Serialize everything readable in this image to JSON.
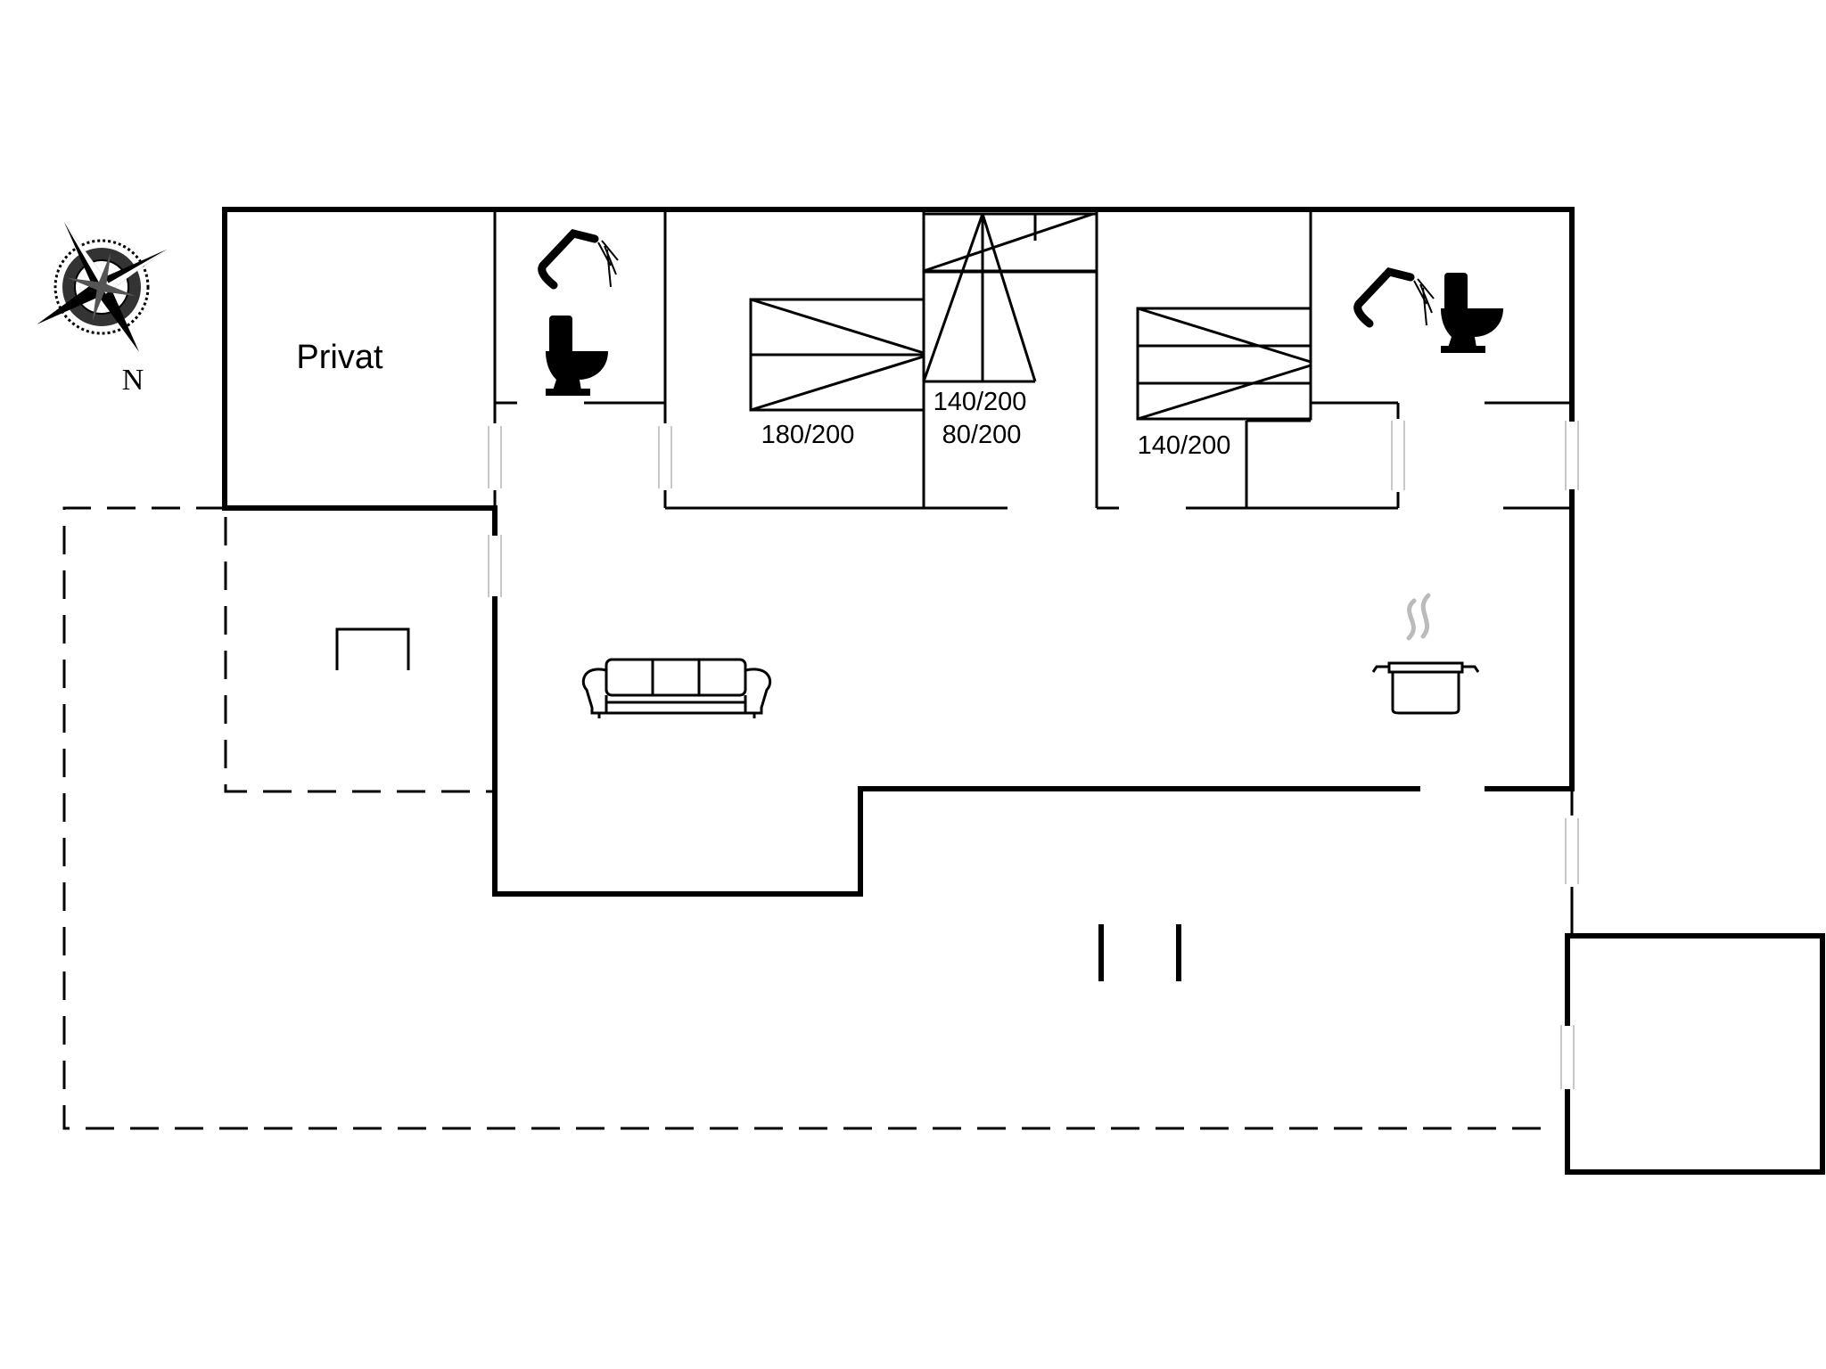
{
  "rooms": {
    "private_label": "Privat"
  },
  "beds": [
    {
      "id": "bed-1",
      "size": "180/200"
    },
    {
      "id": "bed-2",
      "size": "140/200"
    },
    {
      "id": "bed-3",
      "size": "80/200"
    },
    {
      "id": "bed-4",
      "size": "140/200"
    }
  ],
  "compass": {
    "north_label": "N",
    "icon": "compass-rose-icon"
  },
  "icons": {
    "shower": "shower-icon",
    "toilet": "toilet-icon",
    "sofa": "sofa-icon",
    "cooking_pot": "cooking-pot-icon",
    "table": "table-icon"
  }
}
